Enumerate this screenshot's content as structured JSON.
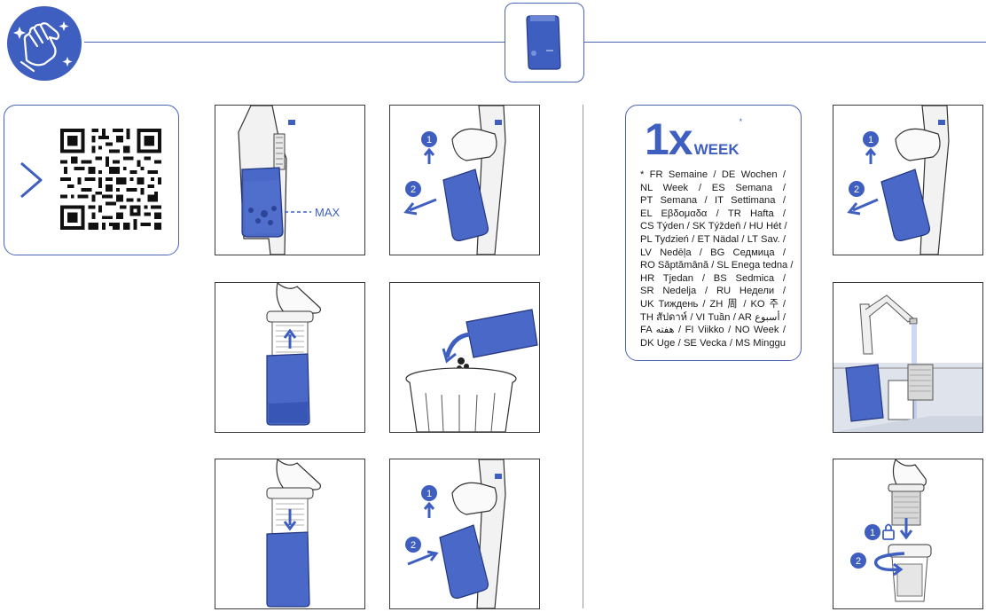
{
  "header": {
    "icon": "hand-wipe-sparkle-icon",
    "accent_color": "#3f5fc0",
    "product_icon": "dust-container-icon"
  },
  "qr_panel": {
    "arrow_icon": "chevron-right-icon",
    "qr_icon": "qr-code-icon"
  },
  "steps": {
    "max_label": "MAX",
    "step1": "1",
    "step2": "2"
  },
  "week_card": {
    "count": "1x",
    "unit": "WEEK",
    "marker": "*",
    "languages": [
      "* FR Semaine / DE Wochen /",
      "NL Week / ES Semana /",
      "PT Semana / IT Settimana /",
      "EL Εβδομαδα / TR Hafta /",
      "CS Týden / SK Týždeň / HU Hét /",
      "PL Tydzień / ET Nädal / LT Sav. /",
      "LV Nedēļa / BG Седмица /",
      "RO Săptămână / SL Enega tedna /",
      "HR Tjedan / BS Sedmica /",
      "SR Nedelja / RU Недели /",
      "UK Тиждень / ZH 周 / KO 주 /",
      "TH สัปดาห์ / VI Tuần / AR أسبوع /",
      "FA هفته / FI Viikko / NO Week /",
      "DK Uge / SE Vecka / MS Minggu"
    ]
  }
}
